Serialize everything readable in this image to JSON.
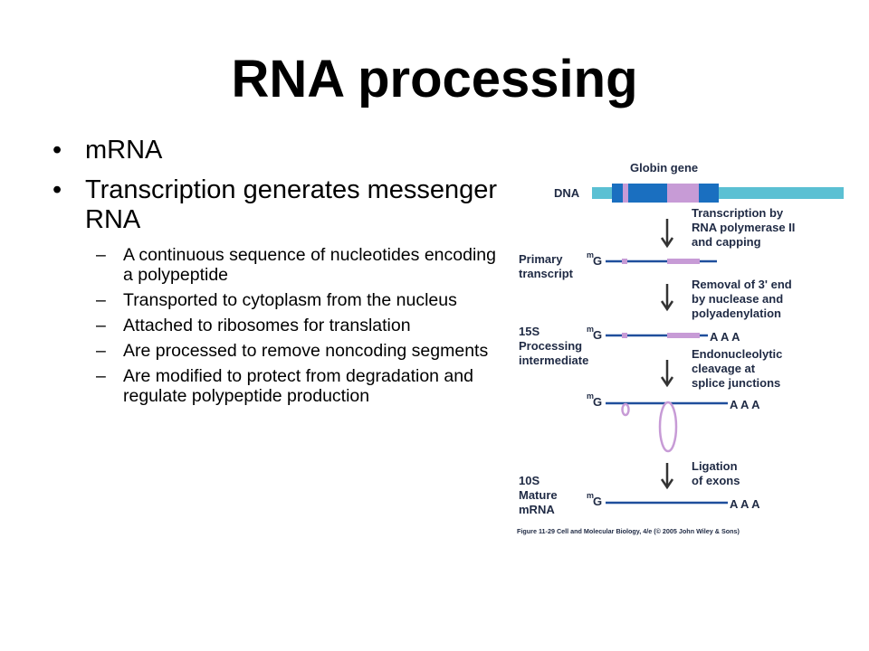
{
  "slide": {
    "title": "RNA processing",
    "bullets": [
      {
        "text": "mRNA"
      },
      {
        "text": "Transcription generates messenger RNA",
        "sub": [
          "A continuous sequence of nucleotides encoding a polypeptide",
          "Transported to cytoplasm from the nucleus",
          "Attached to ribosomes for translation",
          "Are processed to remove noncoding segments",
          "Are modified to protect from degradation and regulate polypeptide production"
        ]
      }
    ],
    "bullet_marker": "•",
    "sub_marker": "–"
  },
  "figure": {
    "gene_label": "Globin gene",
    "dna_label": "DNA",
    "step1": [
      "Transcription by",
      "RNA polymerase II",
      "and capping"
    ],
    "step2": [
      "Removal of 3' end",
      "by nuclease and",
      "polyadenylation"
    ],
    "step3": [
      "Endonucleolytic",
      "cleavage at",
      "splice junctions"
    ],
    "step4": [
      "Ligation",
      "of exons"
    ],
    "primary_label": [
      "Primary",
      "transcript"
    ],
    "intermediate_label": [
      "15S",
      "Processing",
      "intermediate"
    ],
    "mature_label": [
      "10S",
      "Mature",
      "mRNA"
    ],
    "cap_m": "m",
    "cap_g": "G",
    "polya": "A A A",
    "caption": "Figure 11-29  Cell and Molecular Biology, 4/e (© 2005 John Wiley & Sons)",
    "colors": {
      "dna": "#5bc0d3",
      "exon": "#1a6fc0",
      "intron": "#c79bd6",
      "rna_line": "#1f4e9c",
      "arrow": "#333333",
      "label": "#1f2a44"
    }
  }
}
